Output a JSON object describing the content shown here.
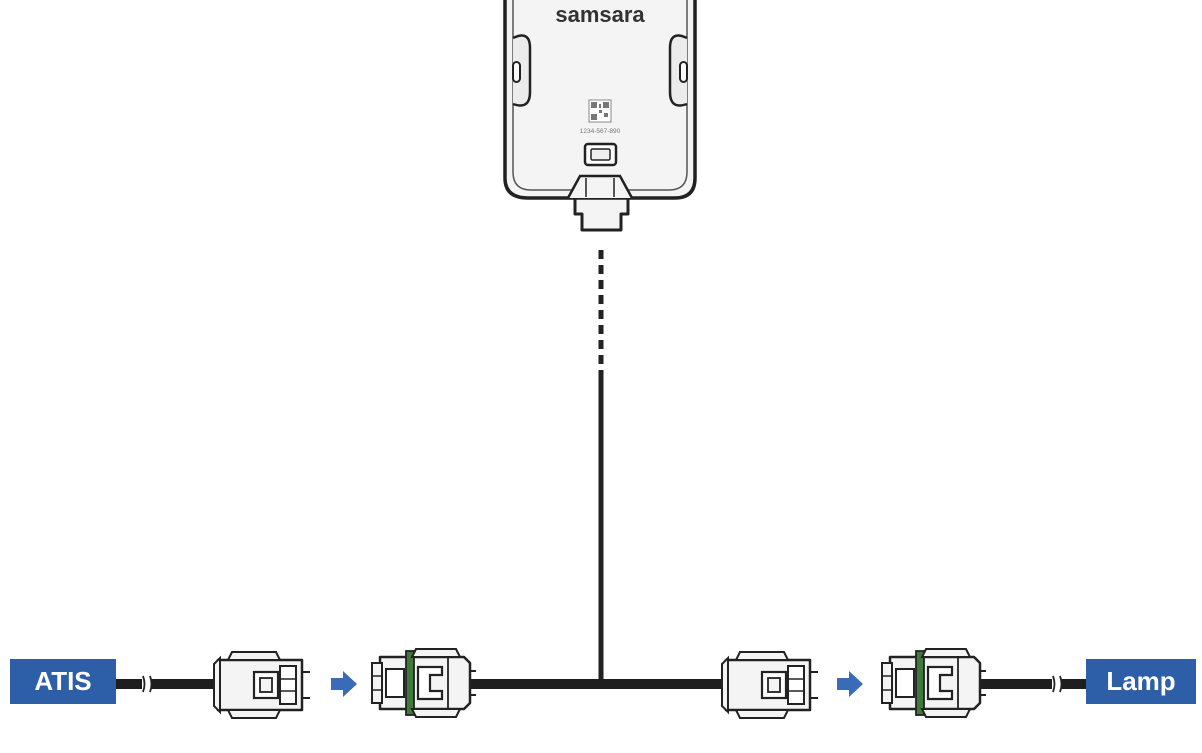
{
  "device": {
    "brand": "samsara",
    "serial": "1234-567-890"
  },
  "labels": {
    "left_end": "ATIS",
    "right_end": "Lamp"
  },
  "colors": {
    "label_bg": "#2d5ea8",
    "arrow": "#3a6bb8",
    "cable": "#1e1e1e",
    "connector_seal": "#3f7a3a",
    "device_body": "#f4f4f4",
    "outline": "#222222"
  },
  "icons": [
    "samsara-gateway-device",
    "connector-male",
    "connector-female",
    "arrow-right-icon",
    "cable-break-icon"
  ]
}
